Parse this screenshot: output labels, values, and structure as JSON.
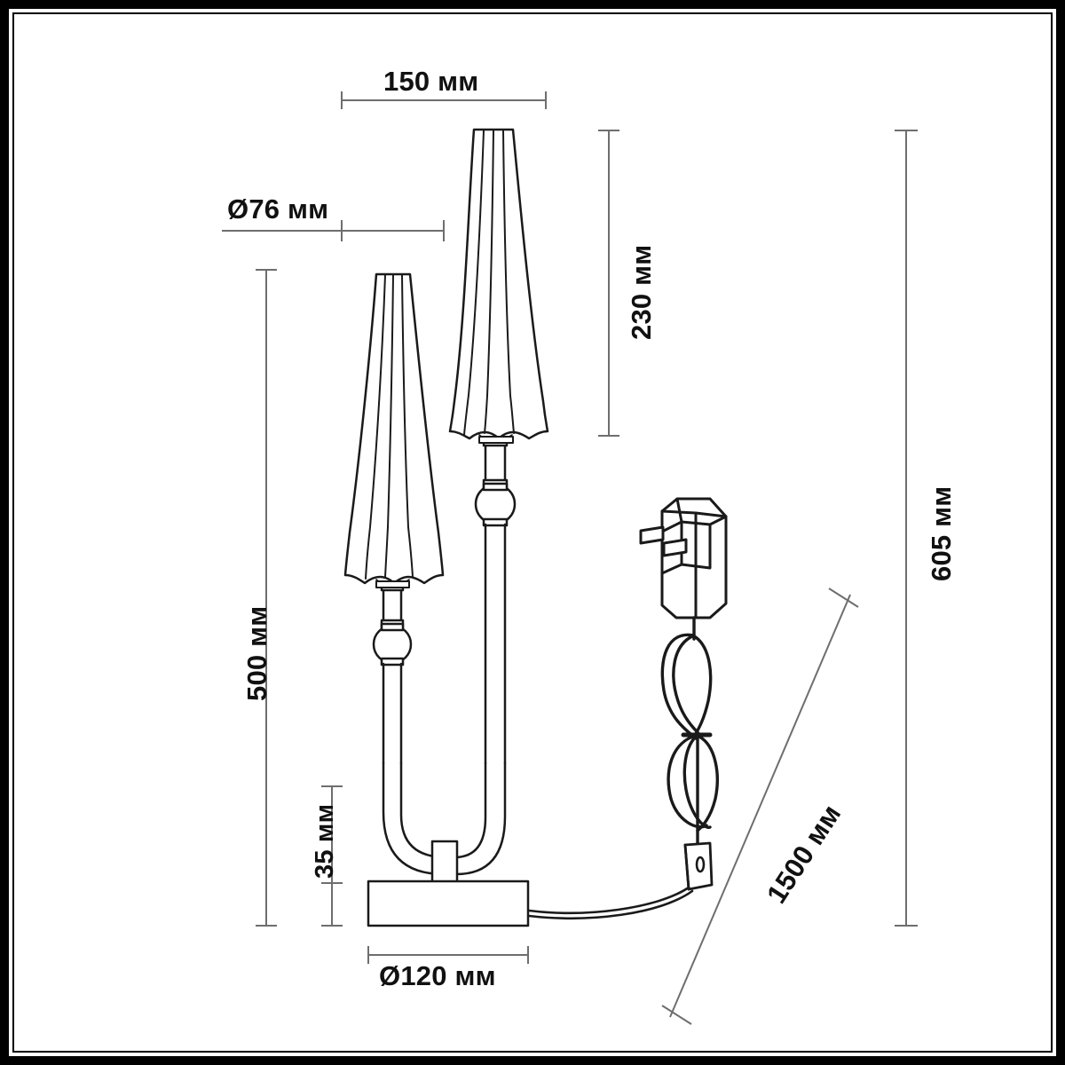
{
  "drawing": {
    "title": "Table lamp dimensional drawing",
    "units": "мм",
    "line_color": "#1a1a1a",
    "dimension_line_color": "#6e6e6e",
    "background": "#ffffff",
    "frame_color": "#000000"
  },
  "dimensions": {
    "shade_width_large": "150 мм",
    "shade_width_small": "Ø76 мм",
    "base_diameter": "Ø120 мм",
    "lamp_height_left": "500 мм",
    "base_height": "35 мм",
    "shade_height_large": "230 мм",
    "overall_height": "605 мм",
    "cord_length": "1500 мм"
  },
  "parts": {
    "shade_tall": "tall-fluted-lamp-shade",
    "shade_short": "short-fluted-lamp-shade",
    "stem_ball_upper": "decorative-ball-joint",
    "stem_ball_lower": "decorative-ball-joint",
    "base": "rectangular-lamp-base",
    "power_adapter": "plug-in-power-adapter",
    "cord_coil": "coiled-power-cord",
    "inline_switch": "inline-rocker-switch"
  }
}
